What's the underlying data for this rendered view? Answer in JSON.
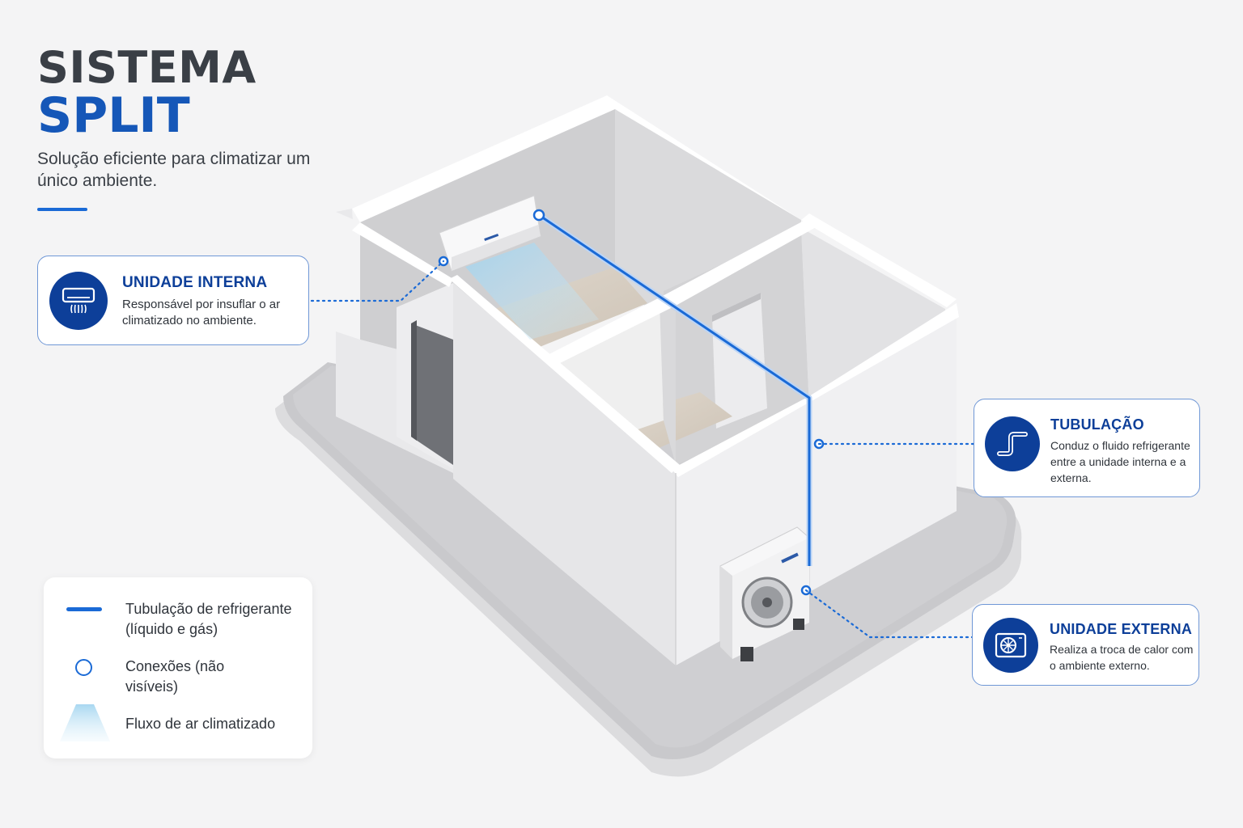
{
  "header": {
    "title_line1": "SISTEMA",
    "title_line2": "SPLIT",
    "subtitle": "Solução eficiente para climatizar um único ambiente."
  },
  "callouts": {
    "indoor": {
      "title": "UNIDADE INTERNA",
      "text": "Responsável por insuflar o ar climatizado no ambiente.",
      "icon": "indoor-ac-icon"
    },
    "piping": {
      "title": "TUBULAÇÃO",
      "text": "Conduz o fluido refrigerante entre a unidade interna e a externa.",
      "icon": "pipe-icon"
    },
    "outdoor": {
      "title": "UNIDADE EXTERNA",
      "text": "Realiza a troca de calor com o ambiente externo.",
      "icon": "outdoor-unit-icon"
    }
  },
  "legend": {
    "items": [
      {
        "label": "Tubulação de refrigerante (líquido e gás)",
        "icon": "pipe-line-swatch"
      },
      {
        "label": "Conexões (não visíveis)",
        "icon": "connection-circle-swatch"
      },
      {
        "label": "Fluxo de ar climatizado",
        "icon": "airflow-swatch"
      }
    ]
  },
  "colors": {
    "accent": "#1557b8",
    "dark_blue": "#0d3f99",
    "pipe": "#1a6ad6",
    "title_gray": "#3a3f46",
    "background": "#f4f4f5"
  }
}
